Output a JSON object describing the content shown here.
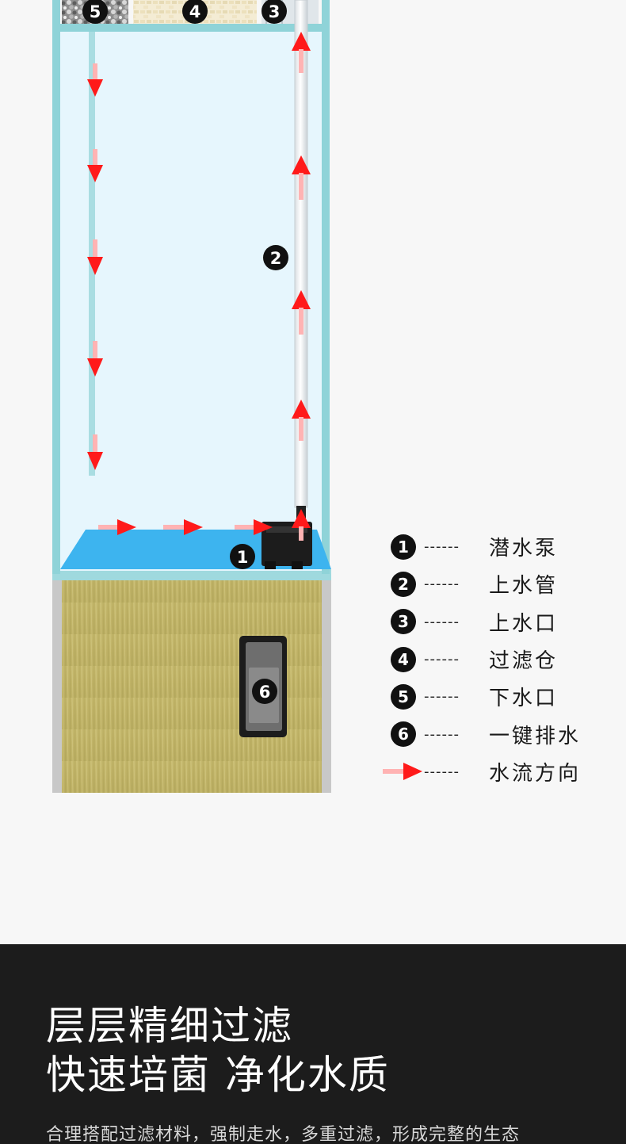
{
  "diagram": {
    "badges": [
      {
        "id": "pump",
        "label": "1"
      },
      {
        "id": "pipe",
        "label": "2"
      },
      {
        "id": "inlet",
        "label": "3"
      },
      {
        "id": "filter",
        "label": "4"
      },
      {
        "id": "outlet",
        "label": "5"
      },
      {
        "id": "drain",
        "label": "6"
      }
    ]
  },
  "legend": {
    "dashes": "------",
    "items": [
      {
        "badge": "1",
        "label": "潜水泵"
      },
      {
        "badge": "2",
        "label": "上水管"
      },
      {
        "badge": "3",
        "label": "上水口"
      },
      {
        "badge": "4",
        "label": "过滤仓"
      },
      {
        "badge": "5",
        "label": "下水口"
      },
      {
        "badge": "6",
        "label": "一键排水"
      }
    ],
    "flow_label": "水流方向"
  },
  "colors": {
    "arrow": "#ff1a1a",
    "water": "#e6f6fd",
    "frame": "#8fd3d8",
    "floor": "#3db4ef",
    "cabinet": "#c5b86a",
    "dark_panel": "#1c1c1c"
  },
  "footer": {
    "headline1": "层层精细过滤",
    "headline2": "快速培菌 净化水质",
    "description": "合理搭配过滤材料，强制走水，多重过滤，形成完整的生态"
  }
}
